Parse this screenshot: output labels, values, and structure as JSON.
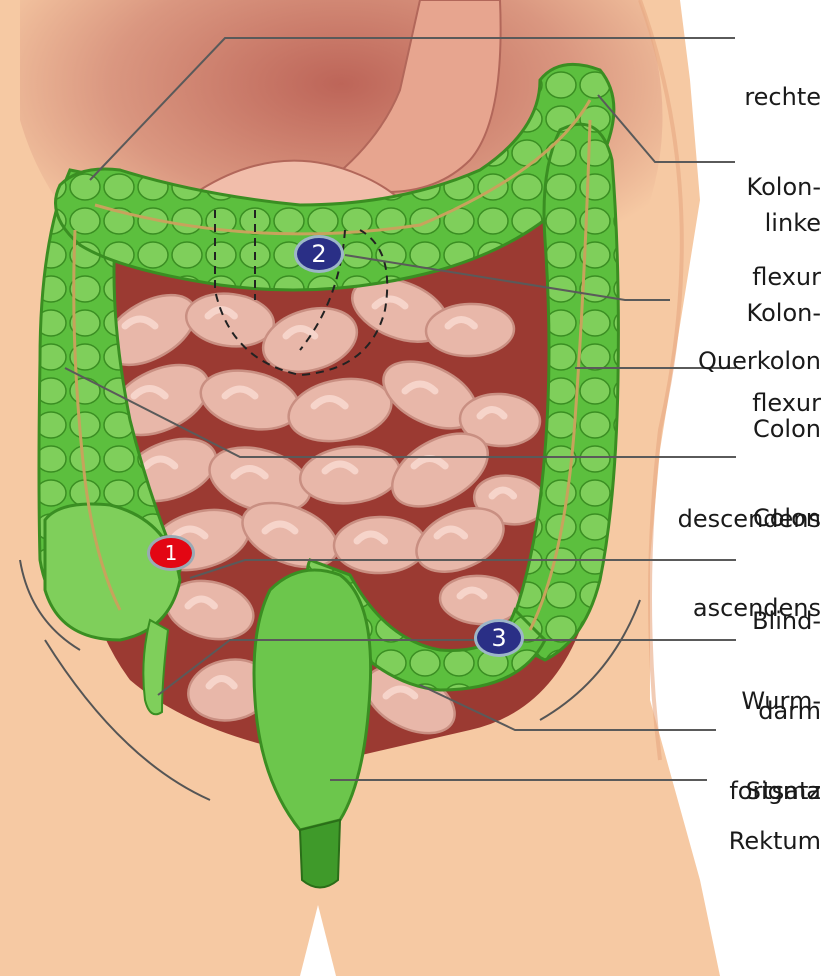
{
  "labels": {
    "rechte_kolonflexur": [
      "rechte",
      "Kolon-",
      "flexur"
    ],
    "linke_kolonflexur": [
      "linke",
      "Kolon-",
      "flexur"
    ],
    "querkolon": [
      "Querkolon"
    ],
    "colon_descendens": [
      "Colon",
      "descendens"
    ],
    "colon_ascendens": [
      "Colon",
      "ascendens"
    ],
    "blinddarm": [
      "Blind-",
      "darm"
    ],
    "wurmfortsatz": [
      "Wurm-",
      "fortsatz"
    ],
    "sigma": [
      "Sigma"
    ],
    "rektum": [
      "Rektum"
    ]
  },
  "markers": {
    "m1": "1",
    "m2": "2",
    "m3": "3"
  },
  "colors": {
    "skin": "#f6c9a3",
    "skin_shadow": "#e8a882",
    "colon_green": "#5cbf3e",
    "colon_light": "#8ed66a",
    "colon_dark": "#3a8e22",
    "small_intestine": "#e8b7a9",
    "small_intestine_shadow": "#c98f82",
    "small_intestine_light": "#f6d4ca",
    "cavity": "#9b3a32",
    "stomach": "#b85a55",
    "vessel": "#c7a35c",
    "marker_blue": "#2a2f86",
    "marker_red": "#e30613"
  }
}
